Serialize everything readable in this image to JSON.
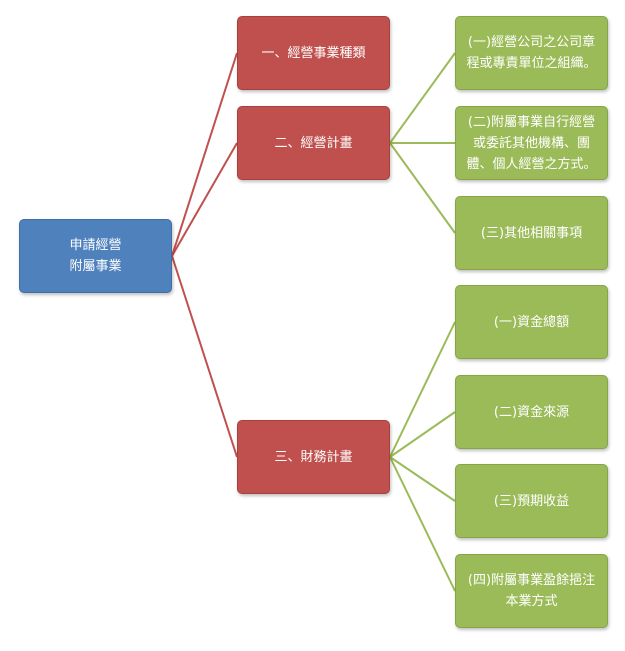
{
  "diagram": {
    "root": {
      "line1": "申請經營",
      "line2": "附屬事業"
    },
    "level1": [
      {
        "label": "一、經營事業種類"
      },
      {
        "label": "二、經營計畫"
      },
      {
        "label": "三、財務計畫"
      }
    ],
    "plan_children": [
      {
        "label": "(一)經營公司之公司章程或專責單位之組織。"
      },
      {
        "label": "(二)附屬事業自行經營或委託其他機構、團體、個人經營之方式。"
      },
      {
        "label": "(三)其他相關事項"
      }
    ],
    "finance_children": [
      {
        "label": "(一)資金總額"
      },
      {
        "label": "(二)資金來源"
      },
      {
        "label": "(三)預期收益"
      },
      {
        "label": "(四)附屬事業盈餘挹注本業方式"
      }
    ],
    "colors": {
      "root": "#4f81bd",
      "level1": "#c0504d",
      "level2": "#9bbb59",
      "red_connector": "#c0504d",
      "green_connector": "#9bbb59"
    }
  }
}
